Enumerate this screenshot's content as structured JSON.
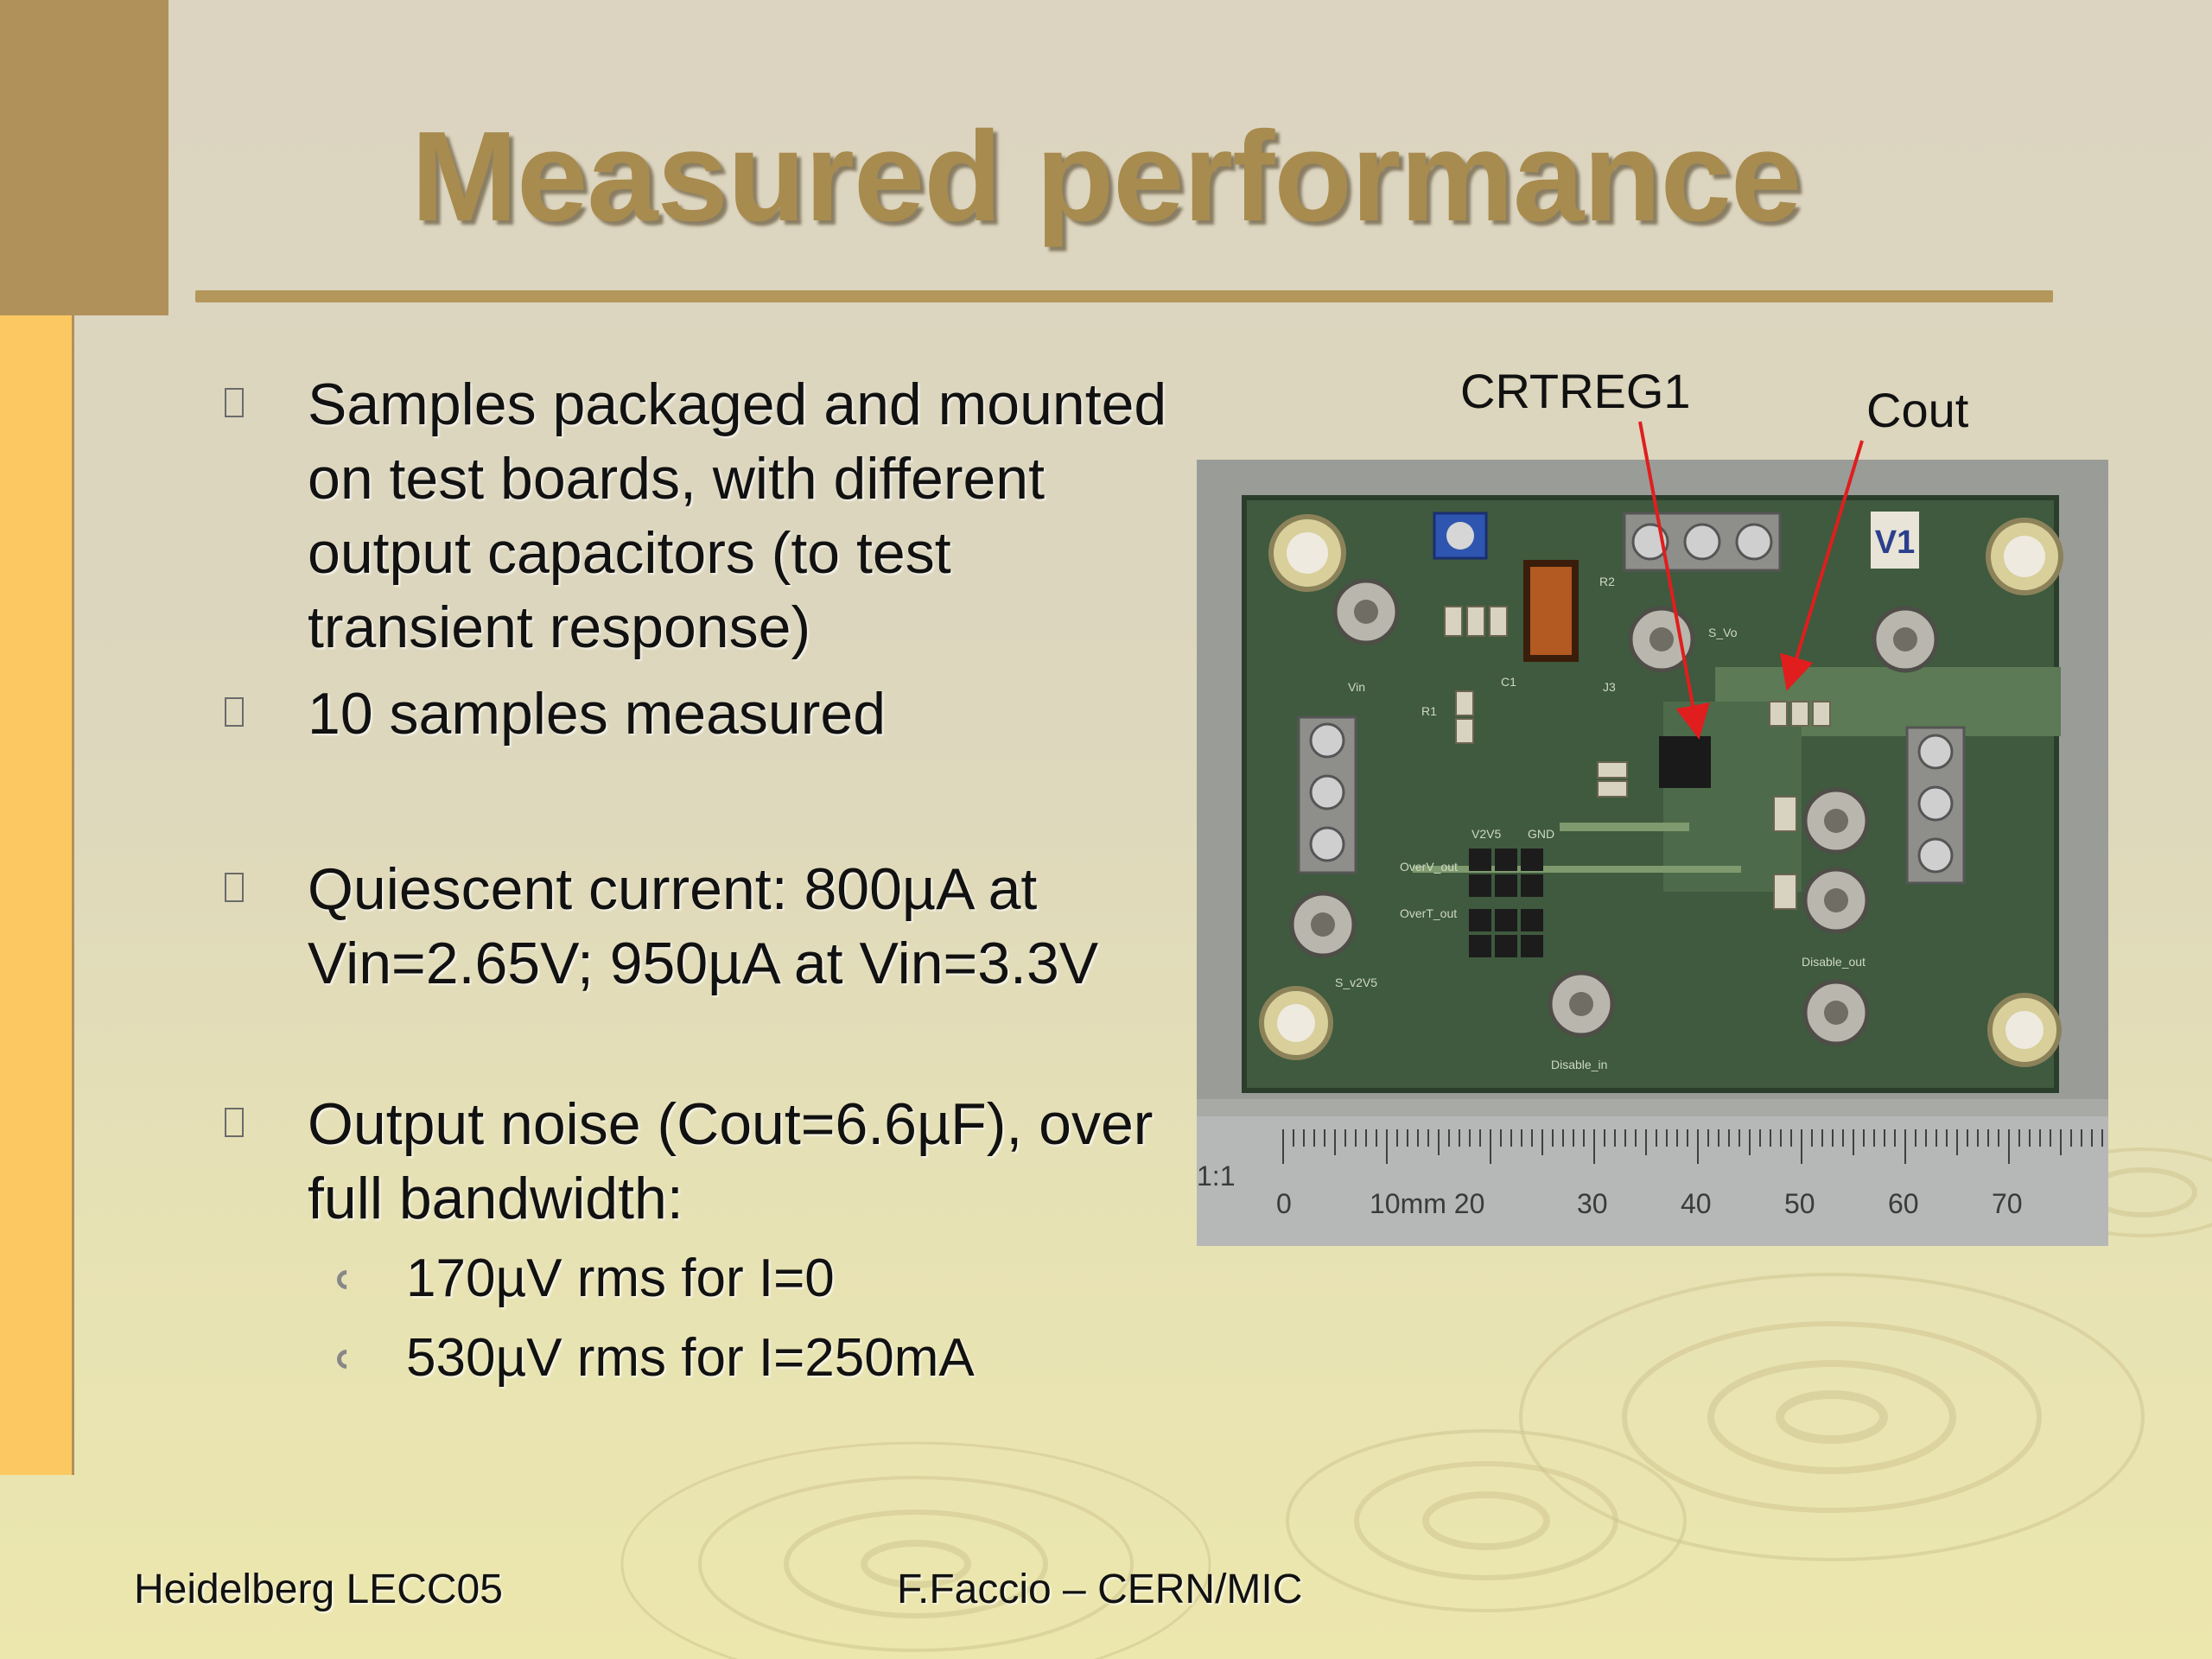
{
  "title": "Measured performance",
  "bullets": [
    {
      "text": "Samples packaged and mounted on test boards, with different output capacitors (to test transient response)"
    },
    {
      "text": "10 samples measured"
    },
    {
      "text": "Quiescent current: 800µA at Vin=2.65V; 950µA at Vin=3.3V"
    },
    {
      "text": "Output noise (Cout=6.6µF), over full bandwidth:"
    }
  ],
  "sub_bullets": [
    {
      "text": "170µV rms for I=0"
    },
    {
      "text": "530µV rms for I=250mA"
    }
  ],
  "photo": {
    "label_regulator": "CRTREG1",
    "label_cap": "Cout",
    "board_mark": "V1",
    "silk": {
      "vin": "Vin",
      "r1": "R1",
      "c1": "C1",
      "j3": "J3",
      "r2": "R2",
      "s_vo": "S_Vo",
      "v2v5": "V2V5",
      "gnd": "GND",
      "s_v2v5": "S_v2V5",
      "disable_in": "Disable_in",
      "disable_out": "Disable_out",
      "overv": "OverV_out",
      "overt": "OverT_out"
    },
    "ruler": {
      "scale": "1:1",
      "ticks": [
        "0",
        "10mm 20",
        "30",
        "40",
        "50",
        "60",
        "70"
      ]
    }
  },
  "footer": {
    "left": "Heidelberg LECC05",
    "center": "F.Faccio – CERN/MIC"
  },
  "colors": {
    "accent": "#b0915a",
    "sidebar": "#fcc862",
    "title": "#a88b4e",
    "board": "#3f5a3e"
  }
}
